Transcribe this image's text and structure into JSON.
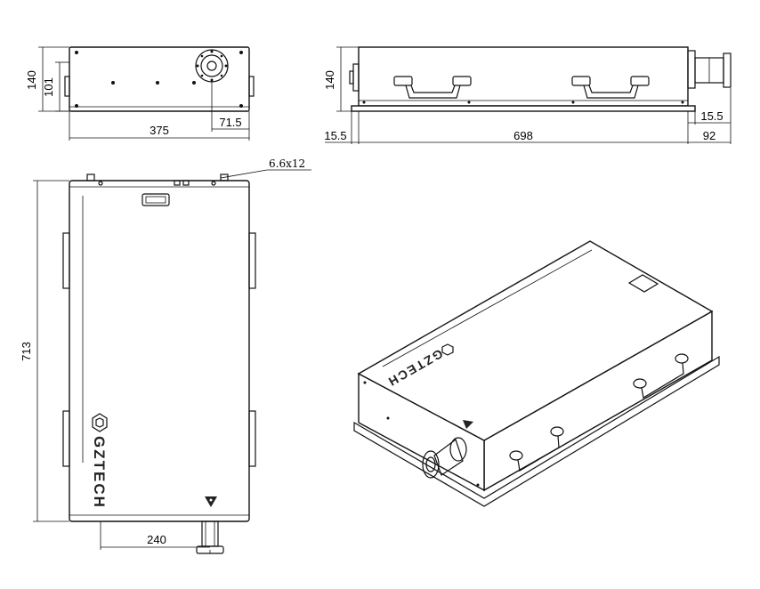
{
  "dimensions": {
    "front": {
      "height": "140",
      "inner_height": "101",
      "width": "375",
      "port_offset": "71.5"
    },
    "side": {
      "height": "140",
      "left_offset": "15.5",
      "length": "698",
      "right_base": "15.5",
      "port_extension": "92"
    },
    "top": {
      "length": "713",
      "port_position": "240",
      "mount_hole": "6.6x12"
    }
  },
  "brand": {
    "name": "GZTECH"
  },
  "colors": {
    "line": "#111111",
    "background": "#ffffff"
  }
}
